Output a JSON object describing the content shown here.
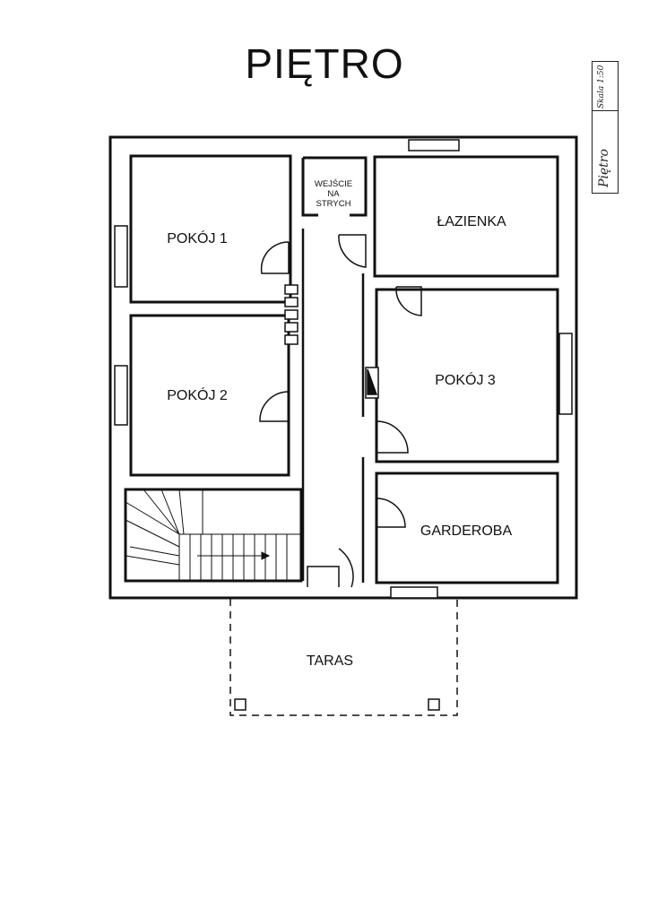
{
  "title": "PIĘTRO",
  "stamp": {
    "scale": "Skala 1:50",
    "name": "Piętro"
  },
  "rooms": {
    "pokoj1": "POKÓJ 1",
    "pokoj2": "POKÓJ 2",
    "pokoj3": "POKÓJ 3",
    "lazienka": "ŁAZIENKA",
    "garderoba": "GARDEROBA",
    "taras": "TARAS",
    "attic_line1": "WEJŚCIE",
    "attic_line2": "NA",
    "attic_line3": "STRYCH"
  }
}
